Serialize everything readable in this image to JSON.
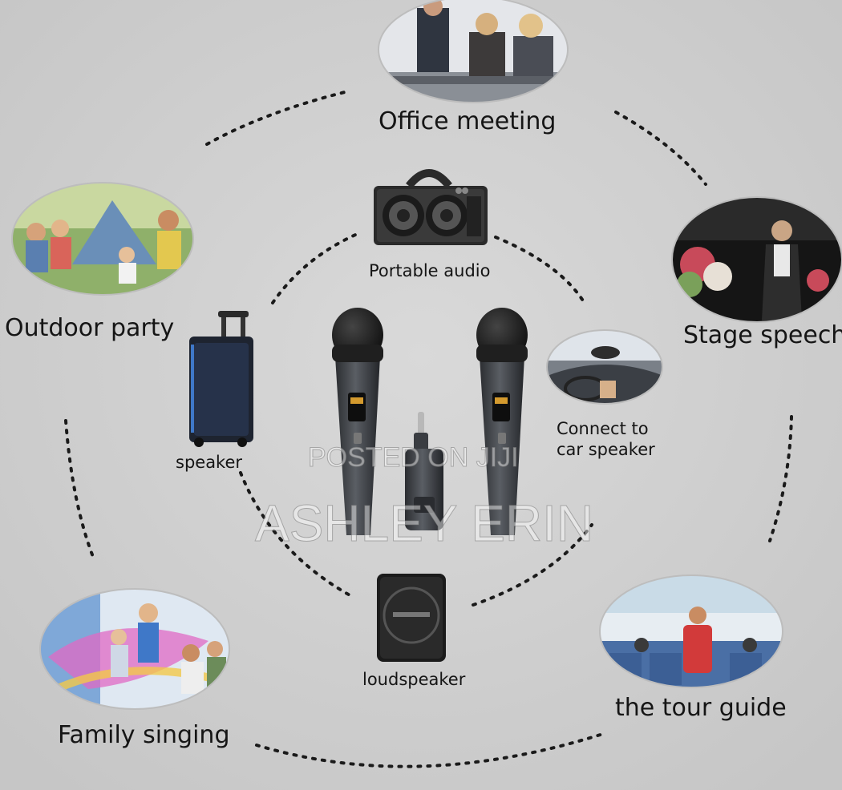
{
  "scenes": {
    "office_meeting": "Office meeting",
    "outdoor_party": "Outdoor party",
    "stage_speech": "Stage speech",
    "family_singing": "Family singing",
    "tour_guide": "the tour guide"
  },
  "devices": {
    "portable_audio": "Portable audio",
    "speaker": "speaker",
    "car_speaker": "Connect to car speaker",
    "car_speaker_line1": "Connect to",
    "car_speaker_line2": "car speaker",
    "loudspeaker": "loudspeaker"
  },
  "watermark": {
    "posted": "POSTED ON JIJI",
    "name": "ASHLEY ERIN"
  },
  "colors": {
    "background": "#cfcfcf",
    "mic_body": "#3a3d42",
    "mic_grille": "#1b1b1b",
    "text": "#151515"
  }
}
